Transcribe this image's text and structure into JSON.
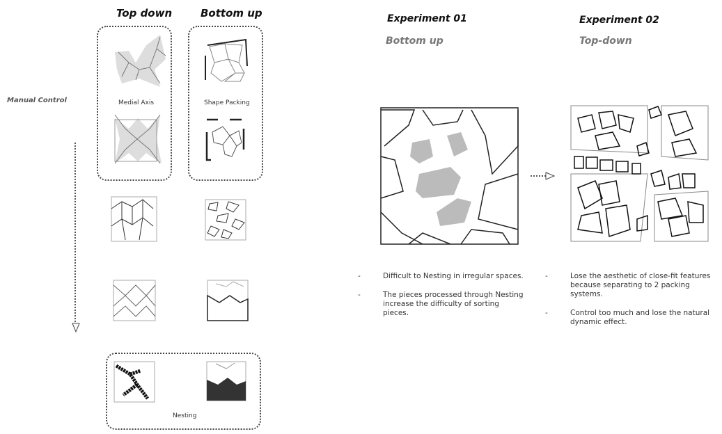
{
  "columns": {
    "top_down": "Top down",
    "bottom_up": "Bottom up"
  },
  "side_label": "Manual Control",
  "labels": {
    "medial_axis": "Medial Axis",
    "shape_packing": "Shape Packing",
    "nesting": "Nesting"
  },
  "experiment1": {
    "title": "Experiment 01",
    "subtitle": "Bottom up",
    "bullets": [
      "Difficult to Nesting in irregular spaces.",
      "The pieces processed through Nesting increase the difficulty of sorting pieces."
    ]
  },
  "experiment2": {
    "title": "Experiment 02",
    "subtitle": "Top-down",
    "bullets": [
      "Lose the aesthetic of close-fit features because separating to 2 packing systems.",
      "Control too much  and lose the natural dynamic effect."
    ]
  },
  "bullet_marker": "-"
}
